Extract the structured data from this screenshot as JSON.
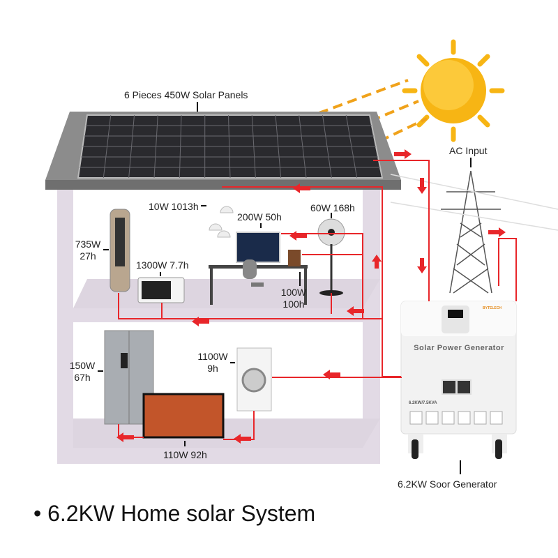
{
  "labels": {
    "solar_panels": "6 Pieces 450W Solar Panels",
    "ac_input": "AC Input",
    "lights": "10W 1013h",
    "computer": "200W 50h",
    "fan": "60W 168h",
    "air_cooler_power": "735W",
    "air_cooler_hours": "27h",
    "microwave": "1300W 7.7h",
    "speaker_power": "100W",
    "speaker_hours": "100h",
    "fridge_power": "150W",
    "fridge_hours": "67h",
    "washer_power": "1100W",
    "washer_hours": "9h",
    "tv": "110W 92h",
    "generator": "6.2KW Soor Generator"
  },
  "generator": {
    "title": "Solar Power Generator",
    "spec": "6.2KW/7.5KVA",
    "brand": "BYTELECH"
  },
  "title": {
    "bullet": "•",
    "text": "6.2KW Home solar System"
  },
  "colors": {
    "wire": "#e8262a",
    "sun": "#f7b514",
    "wall": "#e2dae5",
    "roof": "#8c8c8c"
  }
}
